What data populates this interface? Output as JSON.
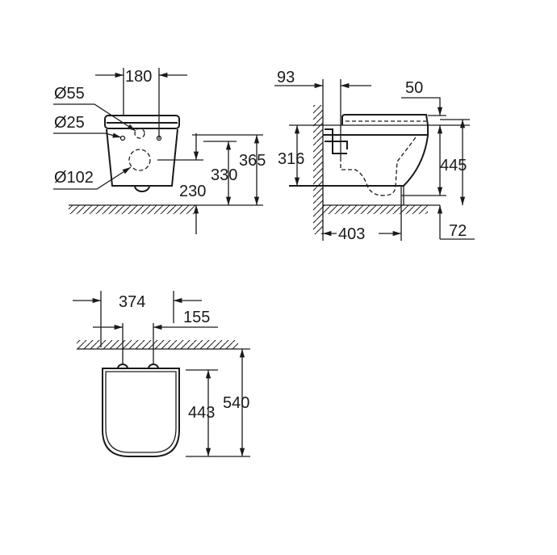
{
  "front_view": {
    "width_180": "180",
    "dia_55": "Ø55",
    "dia_25": "Ø25",
    "dia_102": "Ø102",
    "height_230": "230",
    "height_330": "330",
    "height_365": "365"
  },
  "side_view": {
    "offset_93": "93",
    "offset_50": "50",
    "height_316": "316",
    "height_445": "445",
    "depth_403": "403",
    "offset_72": "72"
  },
  "top_view": {
    "width_374": "374",
    "offset_155": "155",
    "length_443": "443",
    "length_540": "540"
  },
  "colors": {
    "line": "#1a1a1a",
    "background": "#ffffff"
  }
}
